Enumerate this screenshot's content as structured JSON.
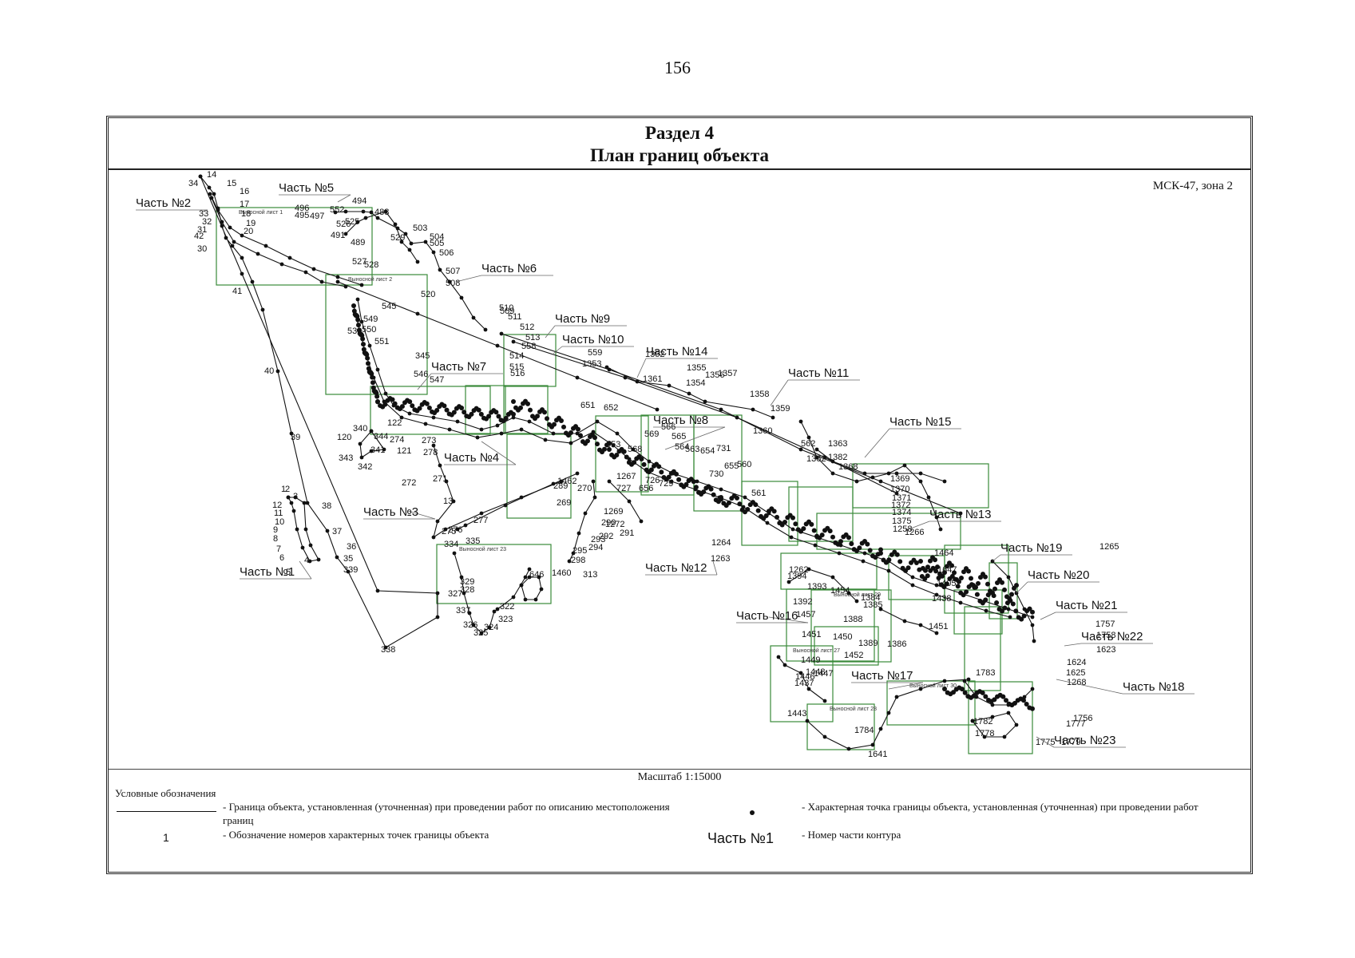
{
  "page_number": "156",
  "header": {
    "section": "Раздел 4",
    "title": "План границ объекта"
  },
  "crs": "МСК-47, зона 2",
  "scale": "Масштаб 1:15000",
  "colors": {
    "sheet_frame": "#3a8a3a",
    "boundary": "#111111"
  },
  "parts": [
    "Часть №1",
    "Часть №2",
    "Часть №3",
    "Часть №4",
    "Часть №5",
    "Часть №6",
    "Часть №7",
    "Часть №8",
    "Часть №9",
    "Часть №10",
    "Часть №11",
    "Часть №12",
    "Часть №13",
    "Часть №14",
    "Часть №15",
    "Часть №16",
    "Часть №17",
    "Часть №18",
    "Часть №19",
    "Часть №20",
    "Часть №21",
    "Часть №22",
    "Часть №23"
  ],
  "sheets": [
    "Выносной лист 1",
    "Выносной лист 2",
    "Выносной лист 23",
    "Выносной лист 27",
    "Выносной лист 28",
    "Выносной лист 29",
    "Выносной лист 30"
  ],
  "point_labels": [
    "14",
    "34",
    "15",
    "16",
    "17",
    "18",
    "19",
    "20",
    "33",
    "32",
    "31",
    "30",
    "42",
    "41",
    "40",
    "39",
    "38",
    "37",
    "36",
    "35",
    "339",
    "338",
    "337",
    "326",
    "325",
    "324",
    "323",
    "322",
    "327",
    "328",
    "329",
    "334",
    "335",
    "1",
    "2",
    "3",
    "4",
    "5",
    "6",
    "7",
    "8",
    "9",
    "10",
    "11",
    "12",
    "13",
    "271",
    "272",
    "275",
    "276",
    "277",
    "278",
    "273",
    "274",
    "121",
    "122",
    "120",
    "343",
    "342",
    "341",
    "340",
    "344",
    "345",
    "546",
    "547",
    "545",
    "520",
    "530",
    "551",
    "550",
    "549",
    "552",
    "497",
    "496",
    "495",
    "494",
    "488",
    "489",
    "491",
    "525",
    "526",
    "527",
    "528",
    "529",
    "503",
    "504",
    "505",
    "506",
    "507",
    "508",
    "509",
    "510",
    "511",
    "512",
    "513",
    "514",
    "515",
    "516",
    "558",
    "559",
    "1353",
    "1352",
    "1361",
    "1355",
    "1354",
    "1356",
    "1357",
    "1358",
    "1359",
    "1360",
    "652",
    "651",
    "653",
    "568",
    "569",
    "566",
    "565",
    "564",
    "563",
    "654",
    "655",
    "731",
    "730",
    "729",
    "726",
    "727",
    "656",
    "560",
    "561",
    "562",
    "1362",
    "1363",
    "1382",
    "1368",
    "1369",
    "1370",
    "1371",
    "1372",
    "1374",
    "1375",
    "1258",
    "1266",
    "1265",
    "1264",
    "1263",
    "1262",
    "1394",
    "1393",
    "1392",
    "1457",
    "1388",
    "1389",
    "1386",
    "1385",
    "1384",
    "1454",
    "1452",
    "1451",
    "1450",
    "1449",
    "1448",
    "1447",
    "1446",
    "1437",
    "1443",
    "1641",
    "1784",
    "1783",
    "1782",
    "1778",
    "1779",
    "1775",
    "1777",
    "1756",
    "1757",
    "1758",
    "1623",
    "1624",
    "1625",
    "1268",
    "1267",
    "1269",
    "1272",
    "270",
    "269",
    "289",
    "290",
    "291",
    "292",
    "293",
    "294",
    "295",
    "298",
    "313",
    "646",
    "1460",
    "1462",
    "1464",
    "1647",
    "1405",
    "1438",
    "1451"
  ],
  "legend": {
    "title": "Условные обозначения",
    "boundary_line": "- Граница  объекта, установленная (уточненная) при проведении работ по описанию местоположения границ",
    "point_symbol": "1",
    "point_desc": "- Обозначение номеров характерных точек границы объекта",
    "dot_desc": "- Характерная точка границы объекта, установленная (уточненная) при проведении работ",
    "part_symbol": "Часть №1",
    "part_desc": "- Номер части контура"
  }
}
